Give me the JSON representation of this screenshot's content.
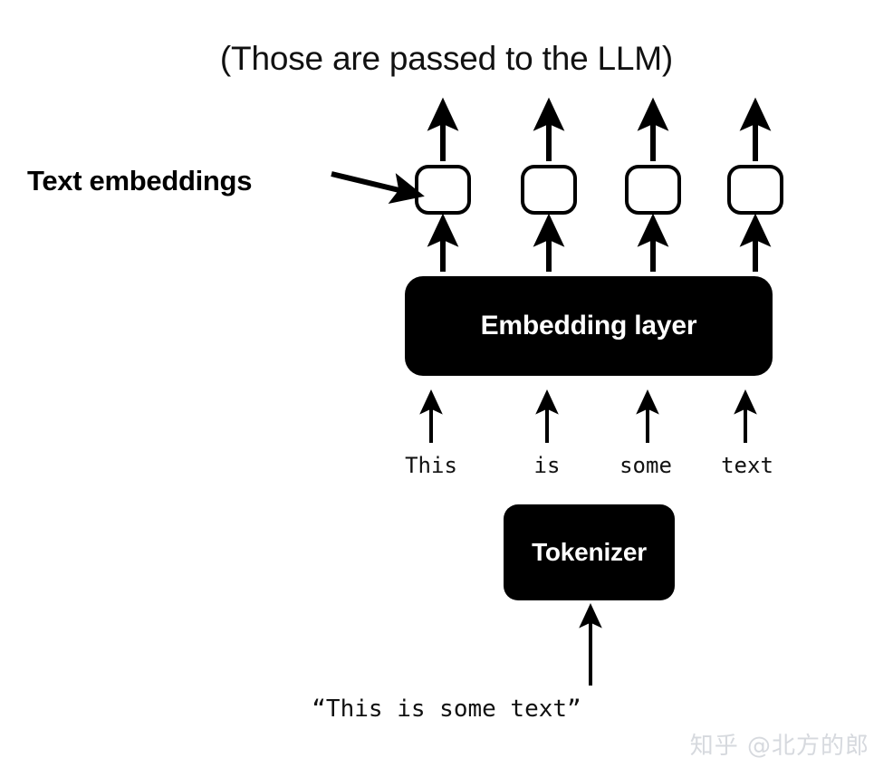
{
  "diagram": {
    "title_caption": "(Those are passed to the LLM)",
    "annotation_label": "Text embeddings",
    "embedding_layer_label": "Embedding layer",
    "tokenizer_label": "Tokenizer",
    "input_string": "“This is some text”",
    "tokens": [
      "This",
      "is",
      "some",
      "text"
    ],
    "embedding_boxes": [
      "",
      "",
      "",
      ""
    ],
    "colors": {
      "background": "#ffffff",
      "block_fill": "#000000",
      "block_text": "#ffffff",
      "stroke": "#000000",
      "watermark": "#d6d9de"
    }
  },
  "watermark": {
    "text": "知乎 @北方的郎"
  }
}
